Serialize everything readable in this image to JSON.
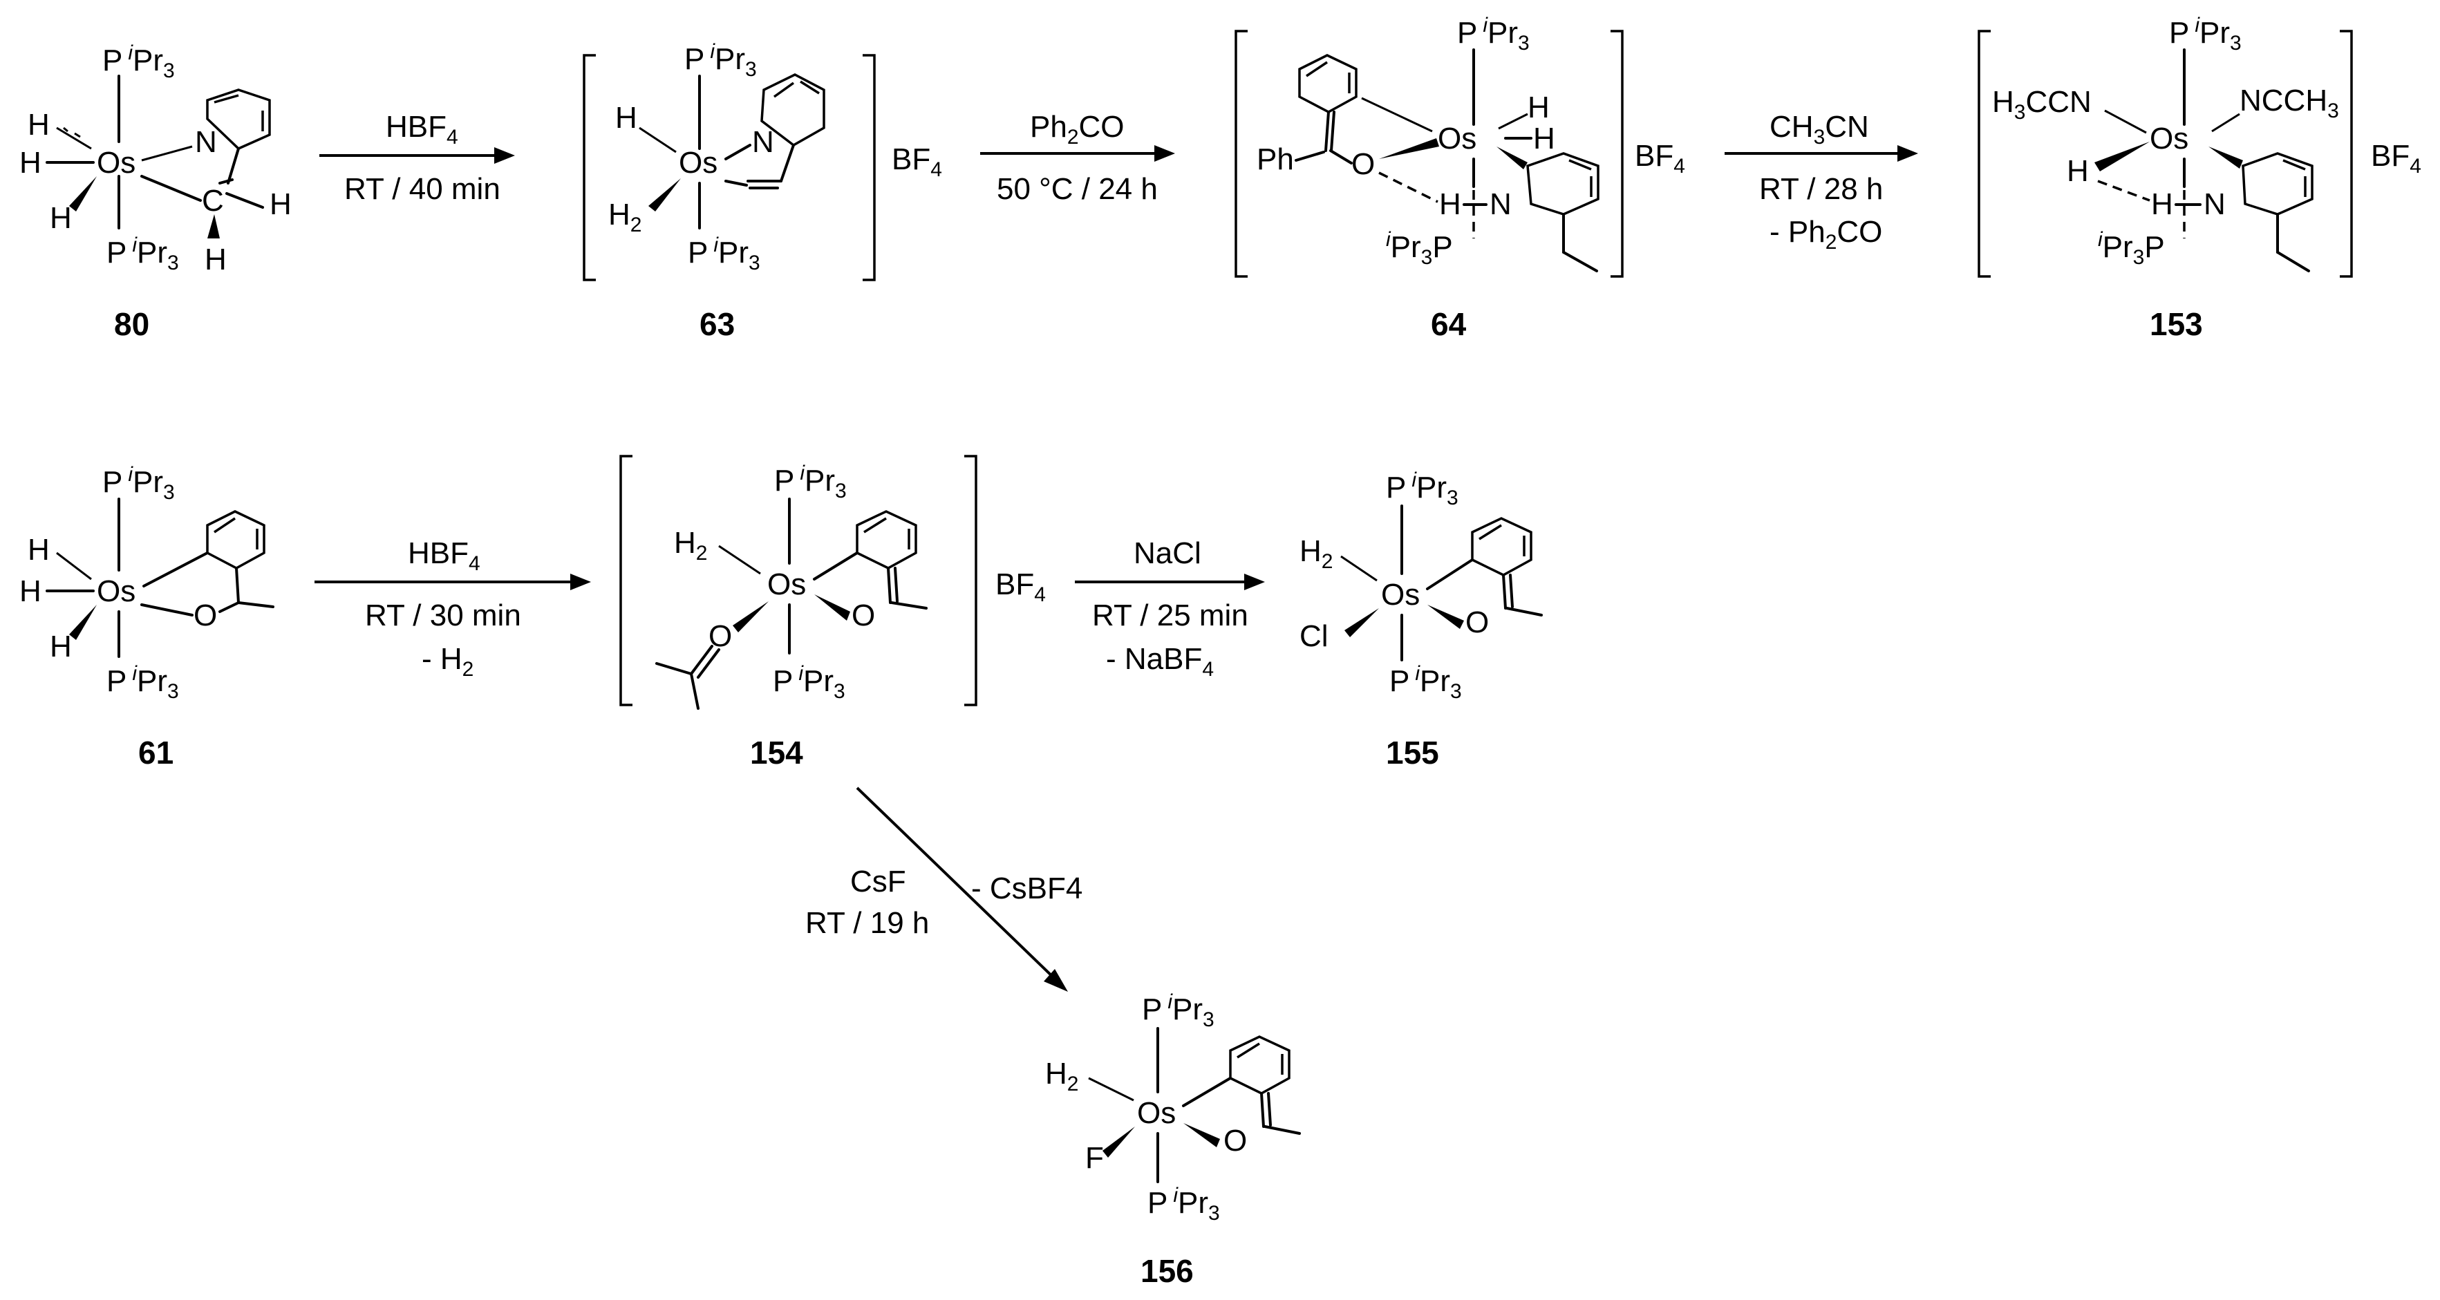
{
  "compounds": {
    "c80": "80",
    "c63": "63",
    "c64": "64",
    "c153": "153",
    "c61": "61",
    "c154": "154",
    "c155": "155",
    "c156": "156"
  },
  "atoms": {
    "os": "Os",
    "n": "N",
    "o": "O",
    "h": "H",
    "c": "C",
    "p": "P",
    "cl": "Cl",
    "f": "F",
    "h2": "H2",
    "ph": "Ph",
    "bf4": "BF4",
    "pipr3": "PiPr3",
    "ipr3p": "iPr3P",
    "h3ccn": "H3CCN",
    "ncch3": "NCCH3"
  },
  "reactions": {
    "r1": {
      "reagent": "HBF4",
      "conditions": "RT / 40 min"
    },
    "r2": {
      "reagent": "Ph2CO",
      "conditions": "50 °C / 24 h"
    },
    "r3": {
      "reagent": "CH3CN",
      "conditions": "RT / 28 h",
      "byproduct": "- Ph2CO"
    },
    "r4": {
      "reagent": "HBF4",
      "conditions": "RT / 30 min",
      "byproduct": "- H2"
    },
    "r5": {
      "reagent": "NaCl",
      "conditions": "RT / 25 min",
      "byproduct": "- NaBF4"
    },
    "r6": {
      "reagent": "CsF",
      "conditions": "RT / 19 h",
      "byproduct": "- CsBF4"
    }
  }
}
